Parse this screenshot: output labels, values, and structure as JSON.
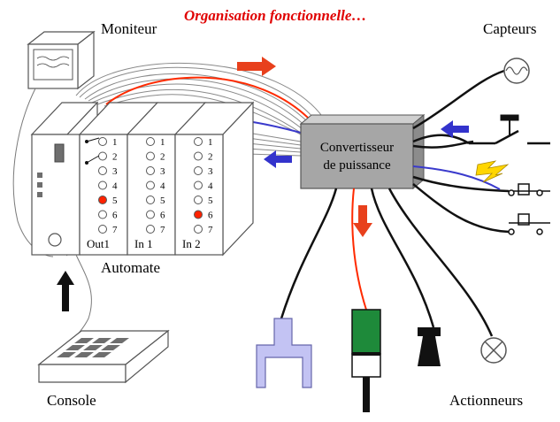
{
  "title": "Organisation fonctionnelle…",
  "labels": {
    "moniteur": "Moniteur",
    "capteurs": "Capteurs",
    "automate": "Automate",
    "console": "Console",
    "actionneurs": "Actionneurs"
  },
  "converter": {
    "line1": "Convertisseur",
    "line2": "de puissance"
  },
  "modules": [
    {
      "name": "Out1",
      "leds": [
        "1",
        "2",
        "3",
        "4",
        "5",
        "6",
        "7"
      ],
      "active": "5"
    },
    {
      "name": "In 1",
      "leds": [
        "1",
        "2",
        "3",
        "4",
        "5",
        "6",
        "7"
      ],
      "active": ""
    },
    {
      "name": "In 2",
      "leds": [
        "1",
        "2",
        "3",
        "4",
        "5",
        "6",
        "7"
      ],
      "active": "6"
    }
  ],
  "colors": {
    "title": "#e00000",
    "arrow_red": "#e8401c",
    "arrow_blue": "#3333cc",
    "wire_red": "#ff2a00",
    "wire_blue": "#3a3acc",
    "led_active": "#ff2200",
    "converter_fill": "#a6a6a6",
    "actuator_green": "#1e8a3a",
    "gripper_fill": "#c3c3f3"
  }
}
